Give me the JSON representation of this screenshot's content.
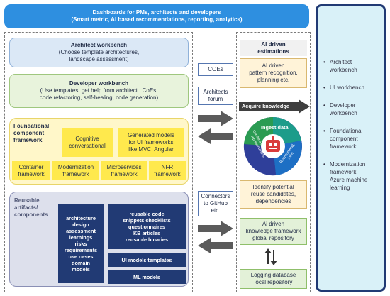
{
  "header": {
    "line1": "Dashboards for PMs, architects and developers",
    "line2": "(Smart metric, AI based recommendations, reporting, analytics)"
  },
  "architect_workbench": {
    "title": "Architect workbench",
    "desc1": "(Choose template architectures,",
    "desc2": "landscape assessment)"
  },
  "developer_workbench": {
    "title": "Developer workbench",
    "desc1": "(Use templates, get help from architect , CoEs,",
    "desc2": "code refactoring, self-healing, code generation)"
  },
  "foundational": {
    "title1": "Foundational",
    "title2": "component",
    "title3": "framework",
    "cognitive1": "Cognitive",
    "cognitive2": "conversational",
    "generated1": "Generated models",
    "generated2": "for UI frameworks",
    "generated3": "like MVC, Angular",
    "container1": "Container",
    "container2": "framework",
    "modernization1": "Modernization",
    "modernization2": "framework",
    "microservices1": "Microservices",
    "microservices2": "framework",
    "nfr1": "NFR",
    "nfr2": "framework"
  },
  "reusable": {
    "title1": "Reusable",
    "title2": "artifacts/",
    "title3": "components",
    "list_left": [
      "architecture",
      "design",
      "assessment",
      "learnings",
      "risks",
      "requirements",
      "use cases",
      "domain",
      "models"
    ],
    "list_right": [
      "reusable code",
      "snippets checklists",
      "questionnaires",
      "KB articles",
      "reusable binaries"
    ],
    "ui_models": "UI models templates",
    "ml_models": "ML models"
  },
  "connectors": {
    "coes": "COEs",
    "architects1": "Architects",
    "architects2": "forum",
    "github1": "Connectors",
    "github2": "to GitHub",
    "github3": "etc."
  },
  "ai_panel": {
    "title1": "AI driven",
    "title2": "estimations",
    "pattern1": "AI driven",
    "pattern2": "pattern recognition,",
    "pattern3": "planning etc.",
    "acquire": "Acquire knowledge",
    "ingest": "Ingest data",
    "circle_left": "Combine knowledge representations",
    "circle_right": "Recommend, Infer",
    "identify1": "Identify potential",
    "identify2": "reuse candidates,",
    "identify3": "dependencies",
    "kf1": "Ai driven",
    "kf2": "knowledge framework",
    "kf3": "global repository",
    "log1": "Logging database",
    "log2": "local repository"
  },
  "sidebar": {
    "items": [
      {
        "l1": "Architect",
        "l2": "workbench"
      },
      {
        "l1": "UI workbench",
        "l2": ""
      },
      {
        "l1": "Developer",
        "l2": "workbench"
      },
      {
        "l1": "Foundational",
        "l2": "component",
        "l3": "framework"
      },
      {
        "l1": "Modernization",
        "l2": "framework,",
        "l3": "Azure machine",
        "l4": "learning"
      }
    ]
  },
  "colors": {
    "header_blue": "#2e8fe0",
    "navy": "#213a74",
    "yellow": "#ffe94d",
    "sidebar_bg": "#d9f1f8",
    "arrow_gray": "#5b5b5b"
  }
}
